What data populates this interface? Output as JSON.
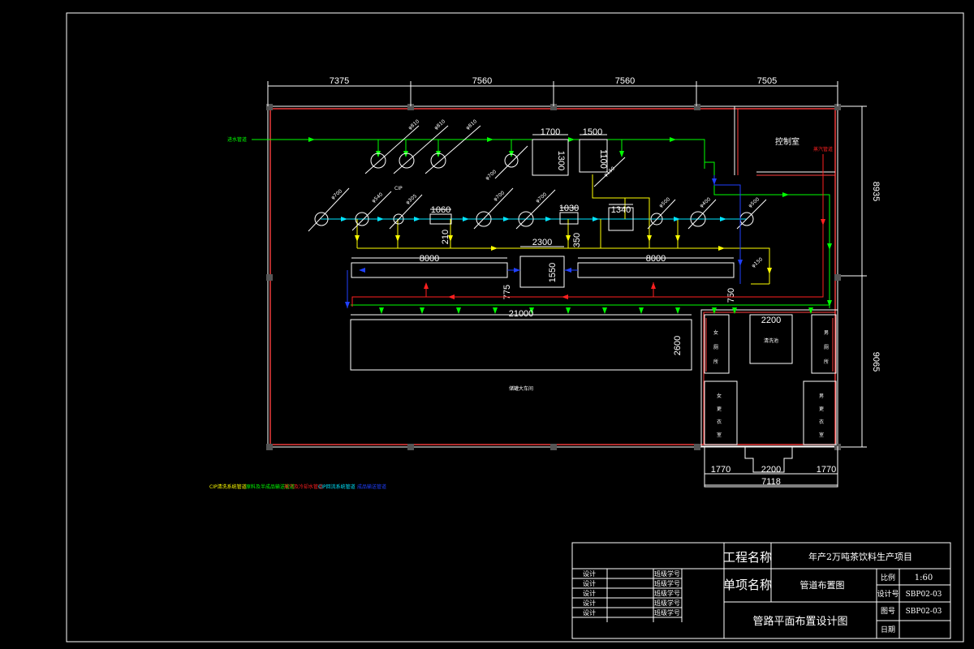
{
  "dimensions": {
    "top": [
      "7375",
      "7560",
      "7560",
      "7505"
    ],
    "right": [
      "8935",
      "9065"
    ],
    "tank_top_left": "8000",
    "tank_top_right": "8000",
    "tank_mid_w": "2300",
    "tank_mid_h": "1550",
    "gap_775": "775",
    "gap_750": "750",
    "big_tank_w": "21000",
    "big_tank_h": "2600",
    "box1_w": "1700",
    "box1_h": "1300",
    "box2_w": "1500",
    "box2_h": "1100",
    "box3_w": "1060",
    "box3_h": "210",
    "box4_w": "1030",
    "box4_h": "350",
    "box5_w": "1340",
    "wash_w": "2200",
    "bottom": [
      "1770",
      "2200",
      "1770"
    ],
    "bottom_total": "7118"
  },
  "diameters": [
    "φ810",
    "φ810",
    "φ810",
    "φ700",
    "φ700",
    "φ540",
    "φ305",
    "φ700",
    "φ700",
    "φ500",
    "φ400",
    "φ500",
    "φ150",
    "φ150"
  ],
  "labels": {
    "cip": "CIP",
    "control_room": "控制室",
    "wash_room": "清洗池",
    "big_tank": "储罐大车间",
    "men_wc": [
      "男",
      "厕",
      "所"
    ],
    "women_wc": [
      "女",
      "厕",
      "所"
    ],
    "women_change": [
      "女",
      "更",
      "衣",
      "室"
    ],
    "men_change": [
      "男",
      "更",
      "衣",
      "室"
    ],
    "inlet": "进水管道",
    "feed": "蒸汽管道"
  },
  "legend": [
    {
      "text": "CIP清洗系统管道",
      "color": "#ffff00"
    },
    {
      "text": "原料及半成品输送管道",
      "color": "#00ff00"
    },
    {
      "text": "蒸汽及冷却水管道",
      "color": "#ff2020"
    },
    {
      "text": "CIP回流系统管道",
      "color": "#00e5ff"
    },
    {
      "text": "成品输送管道",
      "color": "#2040ff"
    }
  ],
  "title_block": {
    "project_label": "工程名称",
    "project_value": "年产2万吨茶饮料生产项目",
    "item_label": "单项名称",
    "item_value": "管道布置图",
    "drawing_title": "管路平面布置设计图",
    "scale_label": "比例",
    "scale_value": "1:60",
    "design_no_label": "设计号",
    "design_no_value": "SBP02-03",
    "drawing_no_label": "图号",
    "drawing_no_value": "SBP02-03",
    "date_label": "日期",
    "roles": [
      "设计",
      "设计",
      "设计",
      "设计",
      "设计"
    ],
    "role_values": [
      "班级学号",
      "班级学号",
      "班级学号",
      "班级学号",
      "班级学号"
    ]
  },
  "colors": {
    "green": "#00ff00",
    "yellow": "#ffff00",
    "red": "#ff2020",
    "cyan": "#00e5ff",
    "blue": "#2040ff",
    "wall": "#ff4040",
    "line": "#ffffff"
  }
}
